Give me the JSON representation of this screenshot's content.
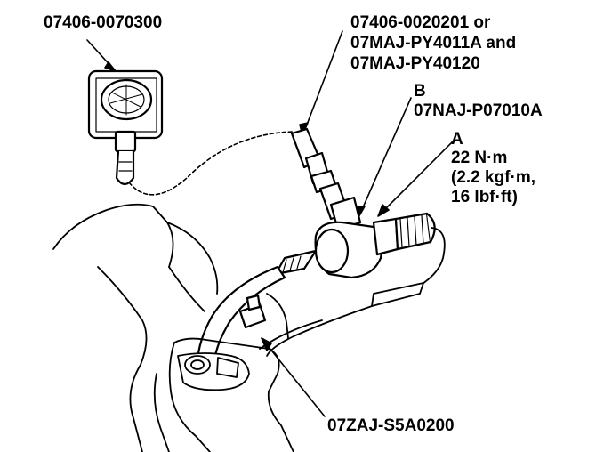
{
  "labels": {
    "pressure_gauge": "07406-0070300",
    "hose_line1": "07406-0020201 or",
    "hose_line2": "07MAJ-PY4011A and",
    "hose_line3": "07MAJ-PY40120",
    "b_letter": "B",
    "b_part": "07NAJ-P07010A",
    "a_letter": "A",
    "torque_nm": "22 N·m",
    "torque_kgf": "(2.2 kgf·m,",
    "torque_lbf": "16 lbf·ft)",
    "adapter": "07ZAJ-S5A0200"
  },
  "colors": {
    "ink": "#000000",
    "paper": "#ffffff"
  }
}
